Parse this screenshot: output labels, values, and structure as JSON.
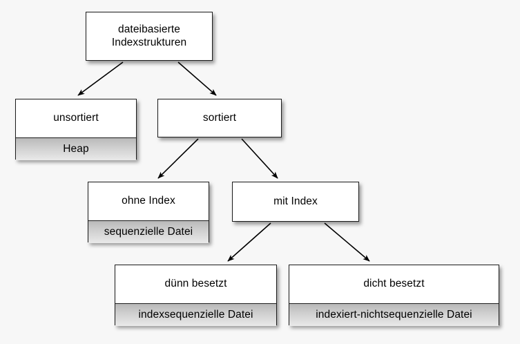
{
  "diagram": {
    "title_text": "dateibasierte Indexstrukturen",
    "background_color": "#f7f7f7",
    "node_border_color": "#1a1a1a",
    "node_fill_color": "#ffffff",
    "node_sub_fill_color": "#cfcfcf",
    "text_color": "#000000",
    "nodes": [
      {
        "id": "root",
        "title": "dateibasierte\nIndexstrukturen",
        "title_line1": "dateibasierte",
        "title_line2": "Indexstrukturen",
        "subtitle": null
      },
      {
        "id": "unsortiert",
        "title": "unsortiert",
        "subtitle": "Heap"
      },
      {
        "id": "sortiert",
        "title": "sortiert",
        "subtitle": null
      },
      {
        "id": "ohne-index",
        "title": "ohne Index",
        "subtitle": "sequenzielle Datei"
      },
      {
        "id": "mit-index",
        "title": "mit Index",
        "subtitle": null
      },
      {
        "id": "duenn",
        "title": "dünn besetzt",
        "subtitle": "indexsequenzielle Datei"
      },
      {
        "id": "dicht",
        "title": "dicht besetzt",
        "subtitle": "indexiert-nichtsequenzielle Datei"
      }
    ],
    "edges": [
      {
        "from": "root",
        "to": "unsortiert"
      },
      {
        "from": "root",
        "to": "sortiert"
      },
      {
        "from": "sortiert",
        "to": "ohne-index"
      },
      {
        "from": "sortiert",
        "to": "mit-index"
      },
      {
        "from": "mit-index",
        "to": "duenn"
      },
      {
        "from": "mit-index",
        "to": "dicht"
      }
    ]
  }
}
